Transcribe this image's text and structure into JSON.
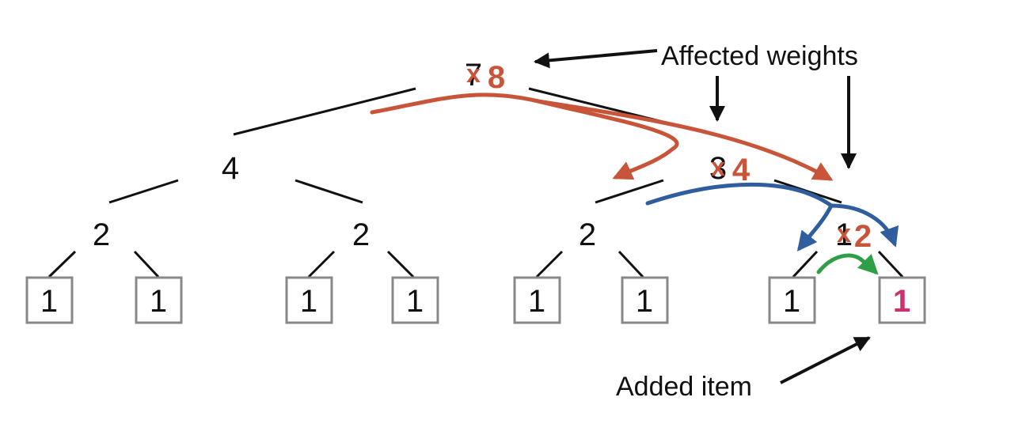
{
  "colors": {
    "red": "#c8553a",
    "blue": "#2f5e9e",
    "green": "#2e9e47",
    "magenta": "#d12f6b",
    "ink": "#111111",
    "box": "#888888"
  },
  "tree": {
    "root": {
      "old": "7",
      "new": "8"
    },
    "left": {
      "value": "4"
    },
    "right": {
      "old": "3",
      "new": "4"
    },
    "ll": {
      "value": "2"
    },
    "lr": {
      "value": "2"
    },
    "rl": {
      "value": "2"
    },
    "rr": {
      "old": "1",
      "new": "2"
    },
    "leaves": [
      "1",
      "1",
      "1",
      "1",
      "1",
      "1",
      "1",
      "1"
    ]
  },
  "labels": {
    "affected": "Affected weights",
    "added": "Added item"
  },
  "icons": {
    "cross_mark": "x"
  }
}
